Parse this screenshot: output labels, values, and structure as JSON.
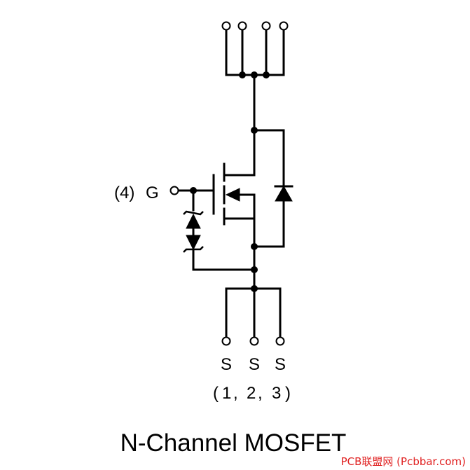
{
  "gate": {
    "pin_label": "(4)",
    "name": "G"
  },
  "sources": {
    "labels": [
      "S",
      "S",
      "S"
    ],
    "pins": {
      "open": "(",
      "close": ")",
      "numbers": [
        "1",
        "2",
        "3"
      ],
      "separator": ","
    }
  },
  "caption": "N-Channel MOSFET",
  "watermark": "PCB联盟网 (Pcbbar.com)",
  "colors": {
    "line": "#000000",
    "background": "#ffffff",
    "watermark": "#e02020"
  }
}
